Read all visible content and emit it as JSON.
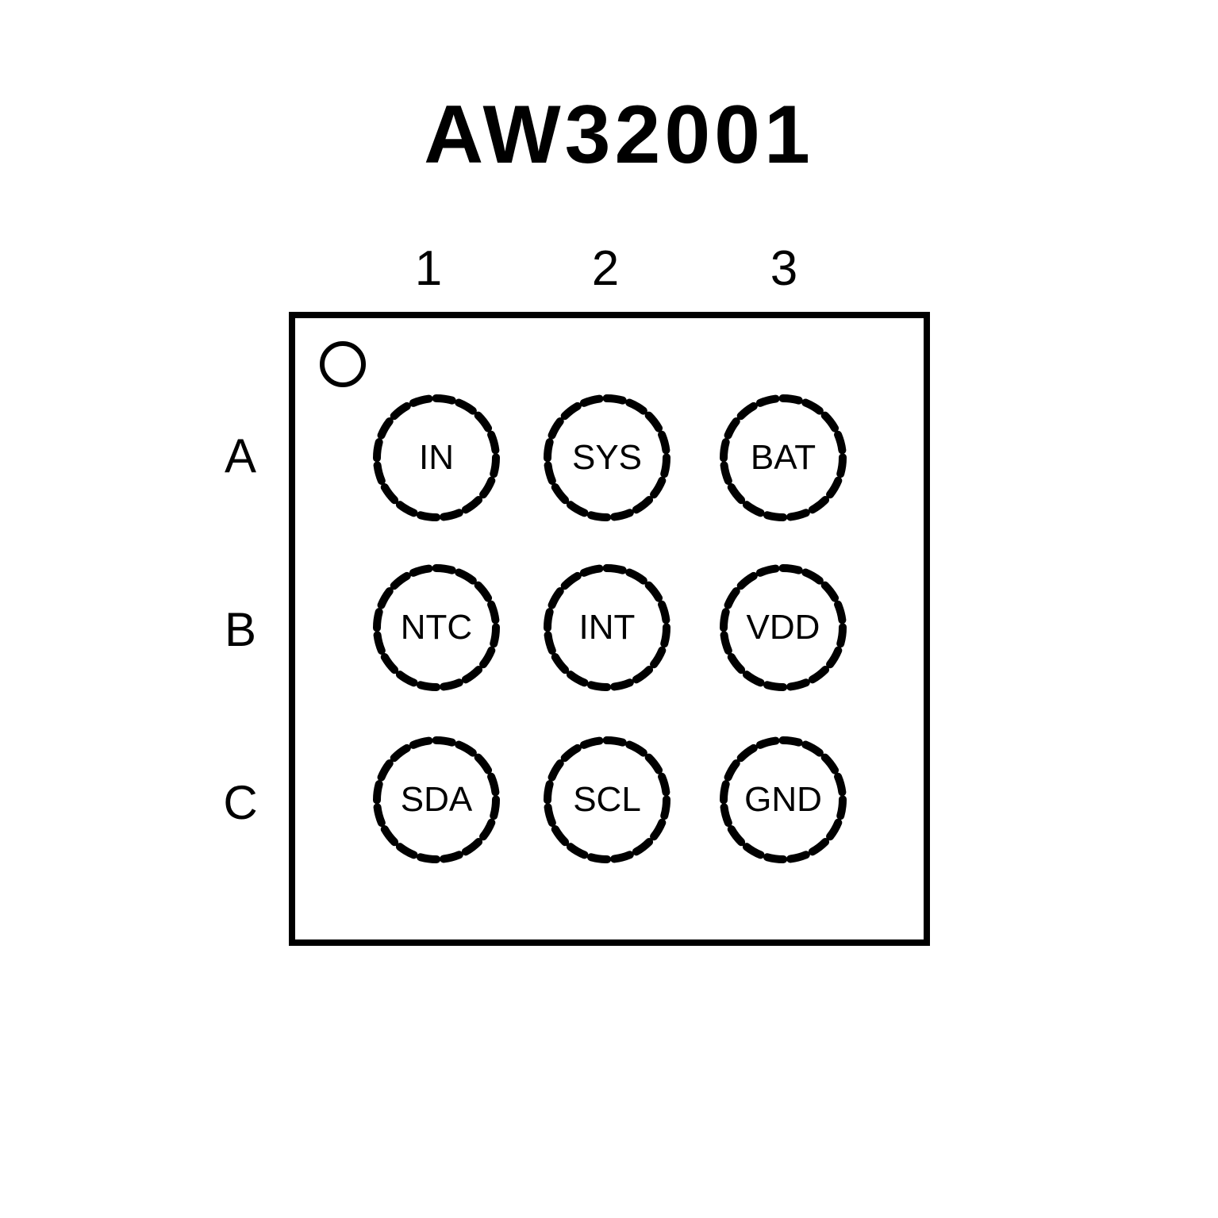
{
  "title": "AW32001",
  "columns": [
    "1",
    "2",
    "3"
  ],
  "rows": [
    "A",
    "B",
    "C"
  ],
  "pins": [
    {
      "id": "A1",
      "label": "IN"
    },
    {
      "id": "A2",
      "label": "SYS"
    },
    {
      "id": "A3",
      "label": "BAT"
    },
    {
      "id": "B1",
      "label": "NTC"
    },
    {
      "id": "B2",
      "label": "INT"
    },
    {
      "id": "B3",
      "label": "VDD"
    },
    {
      "id": "C1",
      "label": "SDA"
    },
    {
      "id": "C2",
      "label": "SCL"
    },
    {
      "id": "C3",
      "label": "GND"
    }
  ],
  "colors": {
    "line": "#000000",
    "background": "#ffffff"
  }
}
